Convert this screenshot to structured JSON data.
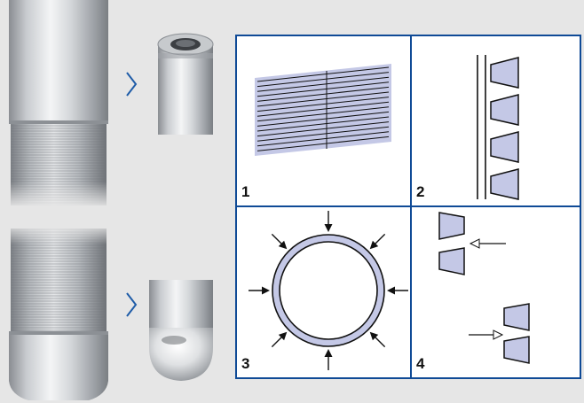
{
  "panels": [
    {
      "number": "1",
      "content": "slotted-screen-section"
    },
    {
      "number": "2",
      "content": "wedge-wire-profile"
    },
    {
      "number": "3",
      "content": "radial-pressure-ring"
    },
    {
      "number": "4",
      "content": "wedge-flow-arrows"
    }
  ],
  "colors": {
    "background": "#e6e6e6",
    "panel_background": "#ffffff",
    "panel_border": "#0f4a96",
    "chevron": "#1f5ca8",
    "wedge_fill": "#c4c8e6",
    "outline": "#111111"
  },
  "icons": [
    "chevron-right-icon",
    "chevron-right-icon"
  ],
  "photos": [
    "screen-pipe-top",
    "threaded-end-fitting",
    "screen-pipe-bottom",
    "bullnose-end-fitting"
  ]
}
